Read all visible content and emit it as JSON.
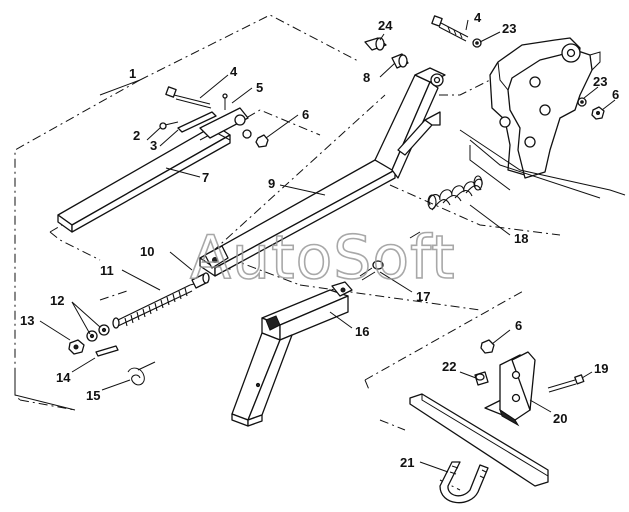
{
  "figure": {
    "watermark": "AutoSoft",
    "callouts": {
      "c1": "1",
      "c2": "2",
      "c3": "3",
      "c4a": "4",
      "c4b": "4",
      "c5": "5",
      "c6a": "6",
      "c6b": "6",
      "c6c": "6",
      "c7": "7",
      "c8": "8",
      "c9": "9",
      "c10": "10",
      "c11": "11",
      "c12": "12",
      "c13": "13",
      "c14": "14",
      "c15": "15",
      "c16": "16",
      "c17": "17",
      "c18": "18",
      "c19": "19",
      "c20": "20",
      "c21": "21",
      "c22": "22",
      "c23a": "23",
      "c23b": "23",
      "c24": "24"
    }
  }
}
